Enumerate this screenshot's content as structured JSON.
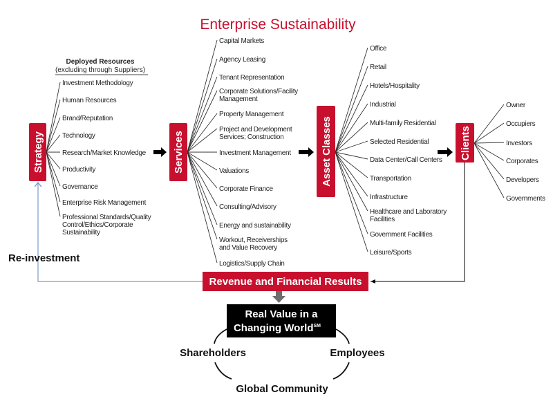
{
  "title": "Enterprise Sustainability",
  "deployed_header": {
    "title": "Deployed Resources",
    "subtitle": "(excluding through Suppliers)"
  },
  "stages": {
    "strategy": "Strategy",
    "services": "Services",
    "asset_classes": "Asset Classes",
    "clients": "Clients"
  },
  "resources": [
    "Investment Methodology",
    "Human Resources",
    "Brand/Reputation",
    "Technology",
    "Research/Market Knowledge",
    "Productivity",
    "Governance",
    "Enterprise Risk Management",
    "Professional Standards/Quality\nControl/Ethics/Corporate\nSustainability"
  ],
  "services": [
    "Capital Markets",
    "Agency Leasing",
    "Tenant Representation",
    "Corporate Solutions/Facility\nManagement",
    "Property Management",
    "Project and Development\nServices; Construction",
    "Investment Management",
    "Valuations",
    "Corporate Finance",
    "Consulting/Advisory",
    "Energy and sustainability",
    "Workout, Receiverships\nand Value Recovery",
    "Logistics/Supply Chain"
  ],
  "asset_classes": [
    "Office",
    "Retail",
    "Hotels/Hospitality",
    "Industrial",
    "Multi-family Residential",
    "Selected Residential",
    "Data Center/Call Centers",
    "Transportation",
    "Infrastructure",
    "Healthcare and Laboratory\nFacilities",
    "Government Facilities",
    "Leisure/Sports"
  ],
  "clients": [
    "Owner",
    "Occupiers",
    "Investors",
    "Corporates",
    "Developers",
    "Governments"
  ],
  "reinvestment": "Re-investment",
  "revenue": "Revenue and Financial Results",
  "real_value": {
    "line1": "Real Value in a",
    "line2": "Changing World",
    "mark": "SM"
  },
  "stakeholders": {
    "left": "Shareholders",
    "right": "Employees",
    "bottom": "Global Community"
  },
  "colors": {
    "red": "#c8102e",
    "black": "#000000",
    "blue": "#7a9cc8",
    "gray": "#6d6d6d"
  }
}
